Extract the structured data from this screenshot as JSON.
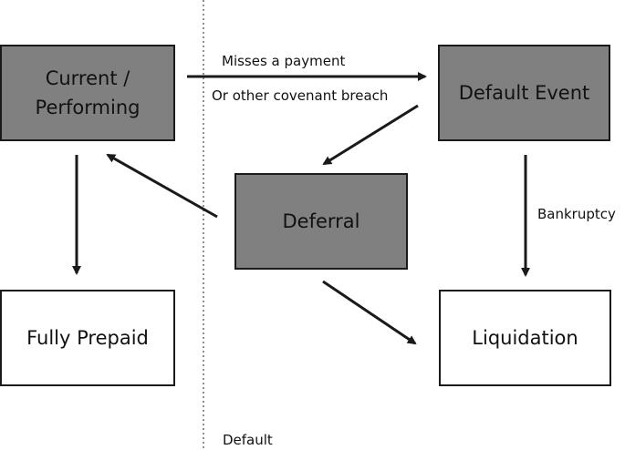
{
  "colors": {
    "state_fill_gray": "#808080",
    "state_fill_white": "#ffffff",
    "stroke": "#1a1a1a"
  },
  "nodes": {
    "current_performing": {
      "label": "Current /\nPerforming"
    },
    "default_event": {
      "label": "Default Event"
    },
    "deferral": {
      "label": "Deferral"
    },
    "fully_prepaid": {
      "label": "Fully Prepaid"
    },
    "liquidation": {
      "label": "Liquidation"
    }
  },
  "edge_labels": {
    "misses_payment": "Misses a payment",
    "covenant_breach": "Or other covenant breach",
    "bankruptcy": "Bankruptcy"
  },
  "region_labels": {
    "default": "Default"
  }
}
